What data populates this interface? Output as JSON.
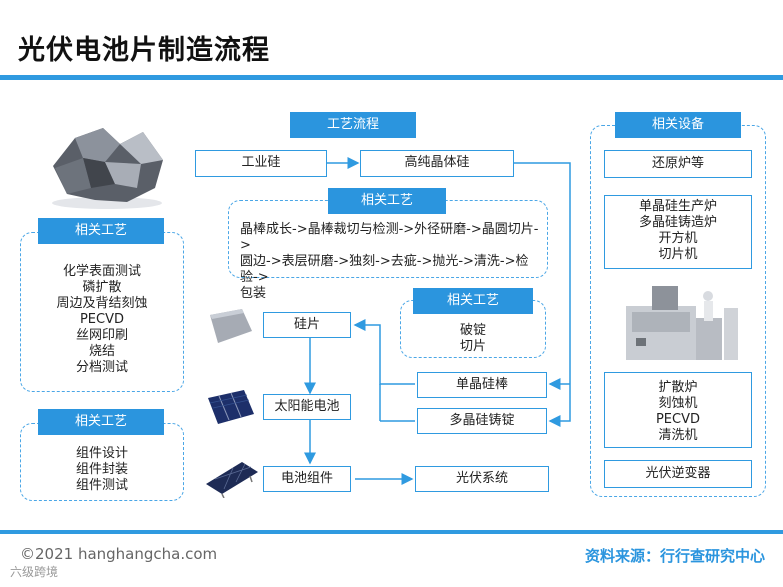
{
  "title": "光伏电池片制造流程",
  "headers": {
    "process_flow": "工艺流程",
    "related_equipment": "相关设备",
    "related_process_wafer": "相关工艺",
    "related_process_left1": "相关工艺",
    "related_process_left2": "相关工艺",
    "related_process_mid": "相关工艺"
  },
  "flow": {
    "industrial_silicon": "工业硅",
    "high_purity_silicon": "高纯晶体硅",
    "wafer": "硅片",
    "solar_cell": "太阳能电池",
    "module": "电池组件",
    "pv_system": "光伏系统",
    "mono_rod": "单晶硅棒",
    "multi_ingot": "多晶硅铸锭"
  },
  "wafer_process_text": "晶棒成长->晶棒裁切与检测->外径研磨->晶圆切片->\n圆边->表层研磨->独刻->去疵->抛光->清洗->检验->\n包装",
  "mid_process_text": "破锭\n切片",
  "left_process1_text": "化学表面测试\n磷扩散\n周边及背结刻蚀\nPECVD\n丝网印刷\n烧结\n分档测试",
  "left_process2_text": "组件设计\n组件封装\n组件测试",
  "equipment": {
    "eq1": "还原炉等",
    "eq2": "单晶硅生产炉\n多晶硅铸造炉\n开方机\n切片机",
    "eq3": "扩散炉\n刻蚀机\nPECVD\n清洗机",
    "eq4": "光伏逆变器"
  },
  "footer": {
    "copyright": "©2021 hanghangcha.com",
    "source": "资料来源：行行查研究中心",
    "watermark": "六级跨境"
  },
  "colors": {
    "accent": "#2b95de",
    "border": "#2f9ae0"
  }
}
